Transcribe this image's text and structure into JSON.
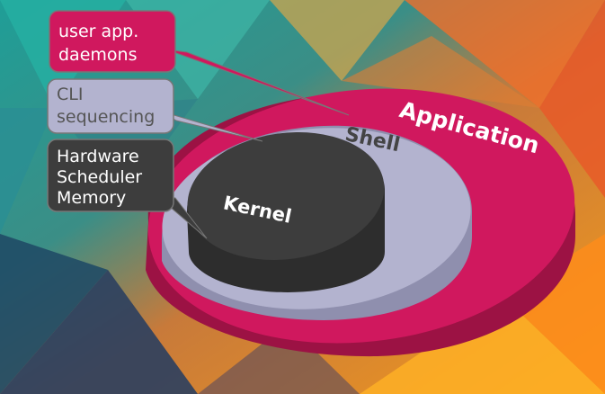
{
  "callouts": {
    "application": {
      "lines": [
        "user app.",
        "daemons"
      ]
    },
    "shell": {
      "lines": [
        "CLI",
        "sequencing"
      ]
    },
    "kernel": {
      "lines": [
        "Hardware",
        "Scheduler",
        "Memory"
      ]
    }
  },
  "layers": {
    "application": "Application",
    "shell": "Shell",
    "kernel": "Kernel"
  },
  "colors": {
    "application": "#d0185e",
    "shell": "#b3b3cf",
    "kernel": "#3a3a3a",
    "text_light": "#ffffff",
    "text_dark": "#444444"
  }
}
